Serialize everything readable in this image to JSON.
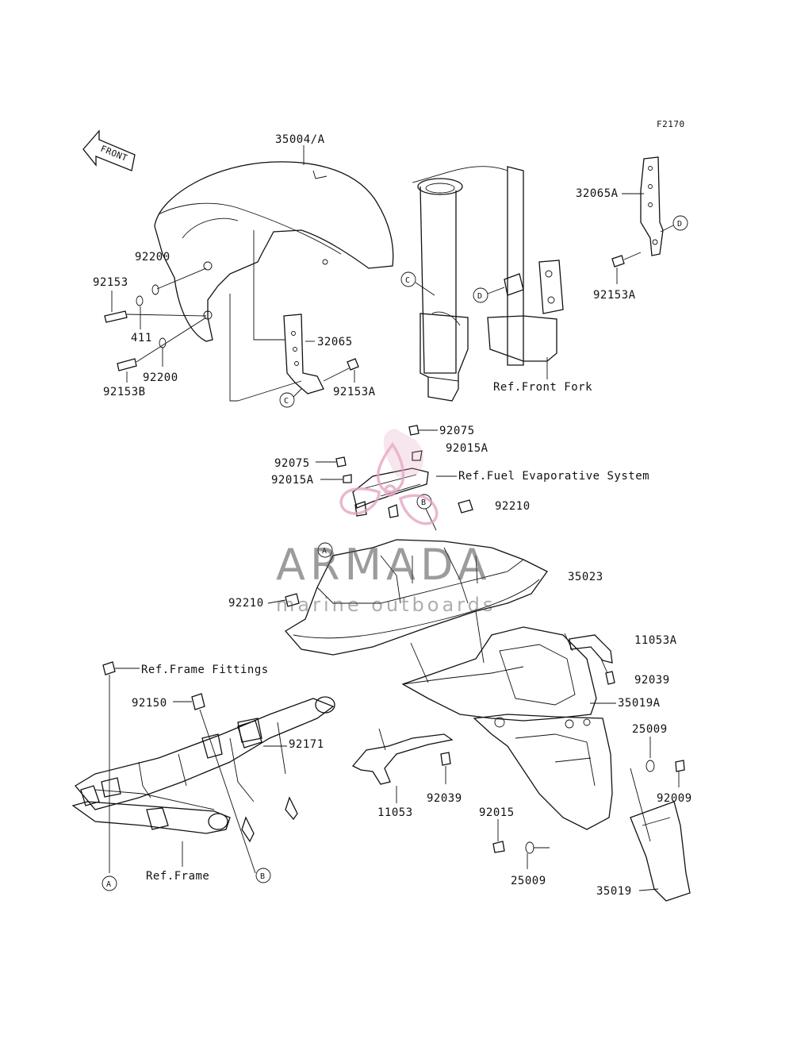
{
  "figure_code": "F2170",
  "front_arrow_label": "FRONT",
  "watermark": {
    "title": "ARMADA",
    "subtitle": "marine outboards",
    "color": "#e2a0bf"
  },
  "parts": {
    "p35004A": "35004/A",
    "p92200_a": "92200",
    "p92153": "92153",
    "p411": "411",
    "p92200_b": "92200",
    "p92153B": "92153B",
    "p32065": "32065",
    "p92153A_left": "92153A",
    "p32065A": "32065A",
    "p92153A_right": "92153A",
    "p92075_a": "92075",
    "p92015A_a": "92015A",
    "p92075_b": "92075",
    "p92015A_b": "92015A",
    "p92210_a": "92210",
    "p35023": "35023",
    "p92210_b": "92210",
    "p11053A": "11053A",
    "p92039_a": "92039",
    "p35019A": "35019A",
    "p92150": "92150",
    "p92171": "92171",
    "p25009_a": "25009",
    "p92009": "92009",
    "p11053": "11053",
    "p92039_b": "92039",
    "p92015": "92015",
    "p25009_b": "25009",
    "p35019": "35019"
  },
  "refs": {
    "front_fork": "Ref.Front Fork",
    "fuel_evap": "Ref.Fuel Evaporative System",
    "frame_fittings": "Ref.Frame Fittings",
    "frame": "Ref.Frame"
  },
  "callouts": {
    "A": "A",
    "B": "B",
    "C": "C",
    "D": "D"
  }
}
